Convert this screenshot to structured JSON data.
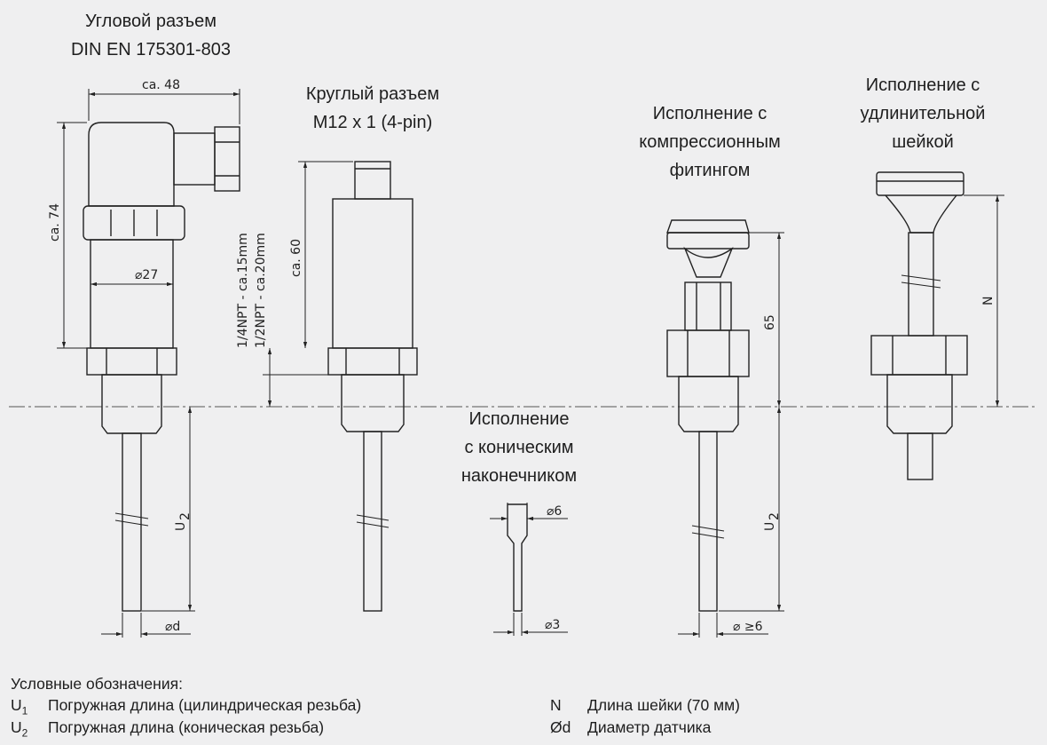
{
  "titles": {
    "angle": [
      "Угловой разъем",
      "DIN EN 175301-803"
    ],
    "round": [
      "Круглый разъем",
      "M12 x 1 (4-pin)"
    ],
    "conical": [
      "Исполнение",
      "с коническим",
      "наконечником"
    ],
    "compression": [
      "Исполнение с",
      "компрессионным",
      "фитингом"
    ],
    "extension": [
      "Исполнение с",
      "удлинительной",
      "шейкой"
    ]
  },
  "dims": {
    "ca48": "ca. 48",
    "ca74": "ca. 74",
    "d27": "⌀27",
    "npt14": "1/4NPT - ca.15mm",
    "npt12": "1/2NPT - ca.20mm",
    "ca60": "ca. 60",
    "d6": "⌀6",
    "d3": "⌀3",
    "d_ge6": "⌀ ≥6",
    "n65": "65",
    "N": "N",
    "d": "⌀d",
    "u2": "U",
    "u2_sub": "2"
  },
  "legend": {
    "heading": "Условные обозначения:",
    "u1_sym": "U",
    "u1_sub": "1",
    "u1_text": "Погружная длина (цилиндрическая резьба)",
    "u2_sym": "U",
    "u2_sub": "2",
    "u2_text": "Погружная длина (коническая резьба)",
    "n_sym": "N",
    "n_text": "Длина шейки (70 мм)",
    "d_sym": "Ød",
    "d_text": "Диаметр датчика"
  }
}
